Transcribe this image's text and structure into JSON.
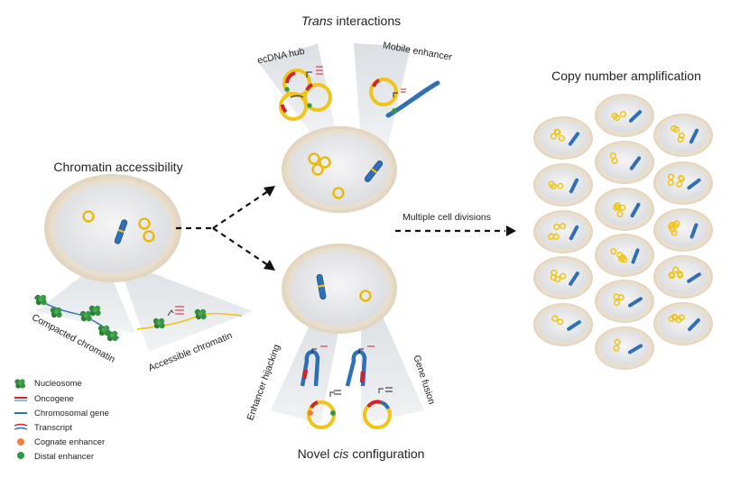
{
  "titles": {
    "trans_prefix": "Trans",
    "trans_suffix": " interactions",
    "copy_number": "Copy number amplification",
    "chromatin": "Chromatin accessibility",
    "novel_prefix": "Novel ",
    "novel_cis": "cis",
    "novel_suffix": " configuration"
  },
  "labels": {
    "ecdna_hub": "ecDNA hub",
    "mobile_enhancer": "Mobile enhancer",
    "multiple_divisions": "Multiple cell divisions",
    "compacted": "Compacted chromatin",
    "accessible": "Accessible chromatin",
    "enhancer_hijacking": "Enhancer hijacking",
    "gene_fusion": "Gene fusion"
  },
  "legend": [
    {
      "label": "Nucleosome",
      "icon": "nucleosome-icon"
    },
    {
      "label": "Oncogene",
      "icon": "oncogene-icon"
    },
    {
      "label": "Chromosomal gene",
      "icon": "chromosomal-gene-icon"
    },
    {
      "label": "Transcript",
      "icon": "transcript-icon"
    },
    {
      "label": "Cognate enhancer",
      "icon": "cognate-enhancer-icon"
    },
    {
      "label": "Distal enhancer",
      "icon": "distal-enhancer-icon"
    }
  ],
  "colors": {
    "cell_outer": "#e9dcc8",
    "cell_inner": "#e4e4e6",
    "chromosome": "#2e6fb5",
    "ecdna": "#f0c419",
    "nucleosome": "#2f8a3a",
    "oncogene": "#d2232a",
    "cognate_enhancer": "#f07f3c",
    "distal_enhancer": "#2e9a47",
    "beam": "#dfe3e6"
  }
}
